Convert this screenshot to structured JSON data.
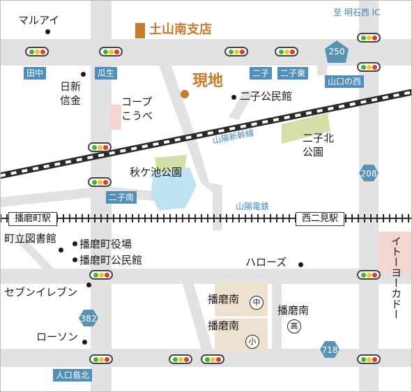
{
  "labels": {
    "shop": "土山南支店",
    "site": "現地",
    "direction": "至 明石西 IC",
    "marui": "マルアイ",
    "nissin": "日新\n信金",
    "coop": "コープ\nこうべ",
    "futago_kominkan": "二子公民館",
    "futagokita_koen": "二子北\n公園",
    "akigaike_koen": "秋ケ池公園",
    "machiritsu_tosyokan": "町立図書館",
    "harima_yakuba": "播磨町役場",
    "harima_kominkan": "播磨町公民館",
    "seven_eleven": "セブンイレブン",
    "lawson": "ローソン",
    "harows": "ハローズ",
    "harimaminami_chu": "播磨南",
    "harimaminami_sho": "播磨南",
    "harimaminami_ko": "播磨南",
    "ito_yokado": "イトーヨーカドー"
  },
  "railway_labels": {
    "sanyo_shinkansen": "山陽新幹線",
    "sanyo_dentetsu": "山陽電鉄"
  },
  "intersections": {
    "tanaka": "田中",
    "uryu": "瓜生",
    "futago": "二子",
    "futago_higashi": "二子東",
    "yamaguchi_no_nishi": "山口の西",
    "futago_minami": "二子南",
    "hitokojima_kita": "人口島北"
  },
  "stations": {
    "harimacho": "播磨町駅",
    "nishifutami": "西二見駅"
  },
  "routes": {
    "r250": "250",
    "r208": "208",
    "r382": "382",
    "r718": "718"
  },
  "school_marks": {
    "chu": "中",
    "sho": "小",
    "ko": "高"
  },
  "colors": {
    "road": "#e2e2e2",
    "tag": "#4f8fb9",
    "route_badge": "#5b91b5",
    "highlight": "#c97a2a",
    "park": "#d2e0a8",
    "pond": "#bfe3f0",
    "store": "#f2d6cf",
    "school": "#ede2cf"
  }
}
